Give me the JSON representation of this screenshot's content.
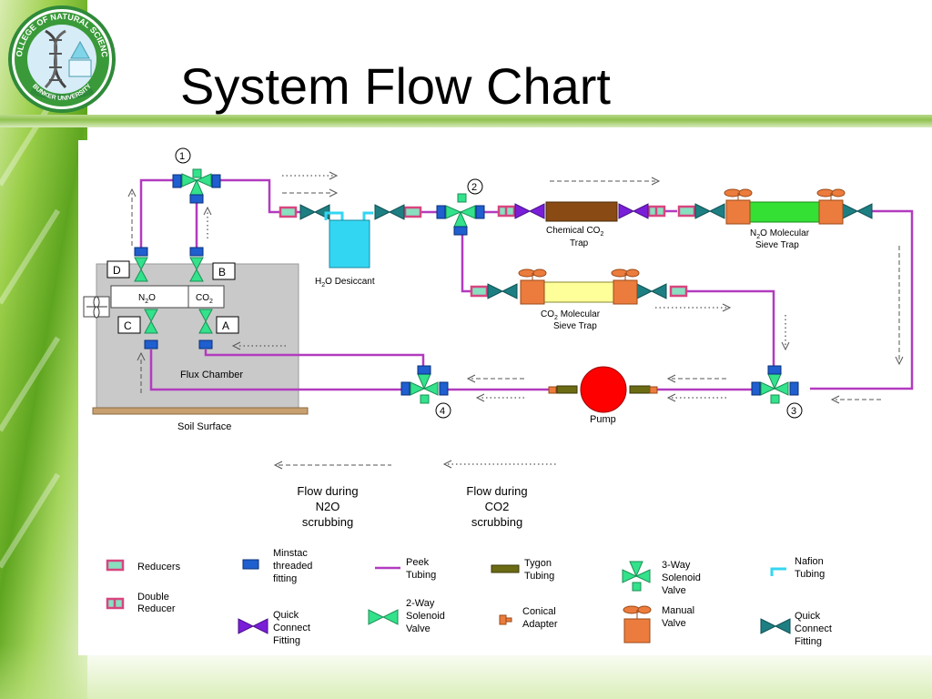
{
  "slide": {
    "title": "System Flow Chart"
  },
  "logo": {
    "name": "college-of-natural-science-seal",
    "text_top": "COLLEGE OF NATURAL SCIENCE",
    "text_bottom": "BUNKER UNIVERSITY"
  },
  "diagram": {
    "chamber": {
      "label": "Flux Chamber",
      "soil": "Soil Surface",
      "n2o_label": "N",
      "n2o_sub": "2",
      "n2o_tail": "O",
      "co2_label": "CO",
      "co2_sub": "2",
      "ports": [
        "A",
        "B",
        "C",
        "D"
      ]
    },
    "valves": [
      "1",
      "2",
      "3",
      "4"
    ],
    "components": {
      "desiccant": "H2O Desiccant",
      "desiccant_parts": [
        "H",
        "2",
        "O Desiccant"
      ],
      "chem_trap": [
        "Chemical CO2",
        "Trap"
      ],
      "chem_trap_parts": [
        "Chemical CO",
        "2"
      ],
      "n2o_trap": [
        "N2O Molecular",
        "Sieve Trap"
      ],
      "n2o_trap_parts": [
        "N",
        "2",
        "O Molecular"
      ],
      "co2_trap": [
        "CO2 Molecular",
        "Sieve Trap"
      ],
      "co2_trap_parts": [
        "CO",
        "2",
        "Molecular"
      ],
      "pump": "Pump"
    },
    "flow_legend": {
      "n2o": [
        "Flow during",
        "N2O",
        "scrubbing"
      ],
      "co2": [
        "Flow during",
        "CO2",
        "scrubbing"
      ]
    },
    "legend": [
      {
        "key": "reducers",
        "label": [
          "Reducers"
        ]
      },
      {
        "key": "double-reducer",
        "label": [
          "Double",
          "Reducer"
        ]
      },
      {
        "key": "minstac",
        "label": [
          "Minstac",
          "threaded",
          "fitting"
        ]
      },
      {
        "key": "quick-connect-purple",
        "label": [
          "Quick",
          "Connect",
          "Fitting"
        ]
      },
      {
        "key": "peek",
        "label": [
          "Peek",
          "Tubing"
        ]
      },
      {
        "key": "two-way",
        "label": [
          "2-Way",
          "Solenoid",
          "Valve"
        ]
      },
      {
        "key": "tygon",
        "label": [
          "Tygon",
          "Tubing"
        ]
      },
      {
        "key": "conical",
        "label": [
          "Conical",
          "Adapter"
        ]
      },
      {
        "key": "three-way",
        "label": [
          "3-Way",
          "Solenoid",
          "Valve"
        ]
      },
      {
        "key": "manual",
        "label": [
          "Manual",
          "Valve"
        ]
      },
      {
        "key": "nafion",
        "label": [
          "Nafion",
          "Tubing"
        ]
      },
      {
        "key": "quick-connect-teal",
        "label": [
          "Quick",
          "Connect",
          "Fitting"
        ]
      }
    ],
    "colors": {
      "peek": "#b23bbf",
      "tygon": "#6b6b14",
      "reducer": "#d8457f",
      "minstac": "#1f5fcf",
      "quick_purple": "#7a1fd8",
      "quick_teal": "#1e7f83",
      "valve": "#33e28b",
      "desiccant": "#33d6f2",
      "chem_trap": "#8a4a14",
      "n2o_trap": "#33e033",
      "co2_trap": "#ffff99",
      "manual": "#ec7c3d",
      "pump": "#ff0000",
      "chamber": "#c9c9c9"
    }
  }
}
